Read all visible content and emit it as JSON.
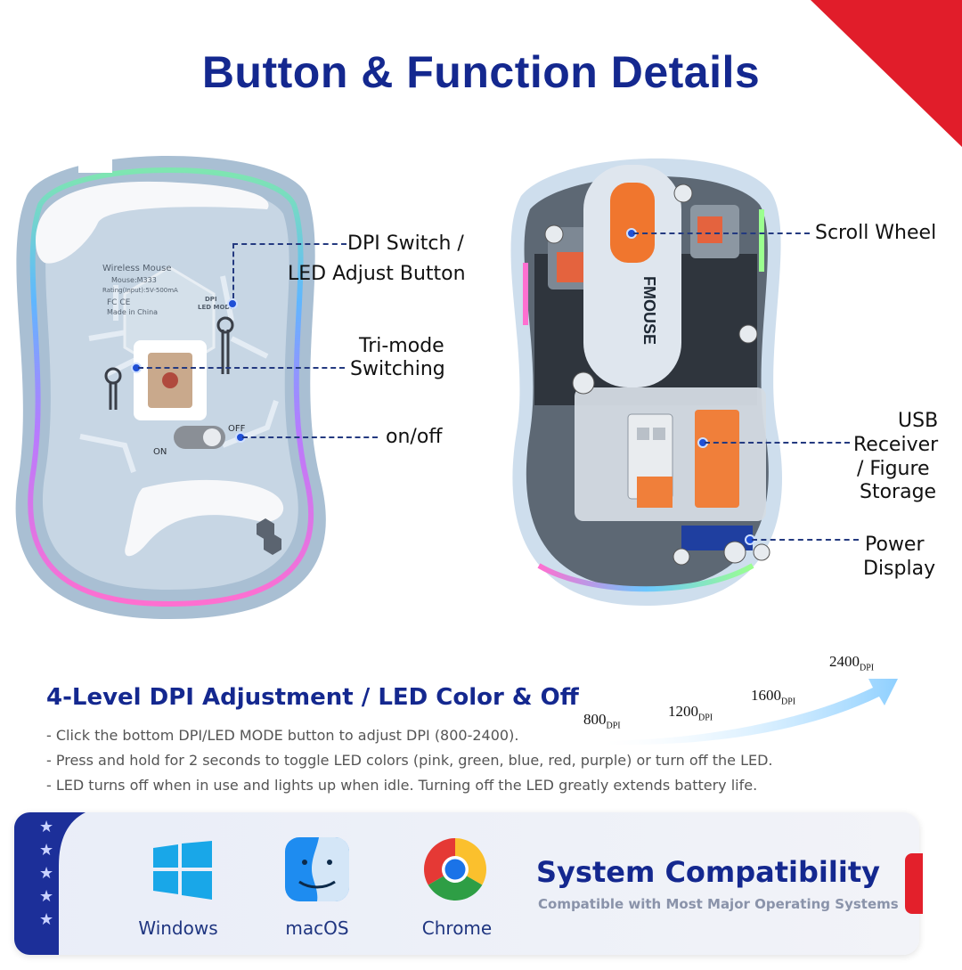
{
  "header": {
    "title": "Button & Function Details"
  },
  "bottom_view": {
    "body_texts": [
      "Wireless Mouse",
      "Mouse:M333",
      "Rating(Input):5V-500mA",
      "FC CE",
      "Made in China",
      "DPI",
      "LED MODE",
      "ON",
      "OFF"
    ],
    "labels": {
      "dpi_switch": [
        "DPI Switch /",
        "LED Adjust Button"
      ],
      "tri_mode": [
        "Tri-mode",
        "Switching"
      ],
      "on_off": "on/off"
    }
  },
  "top_view": {
    "brand": "FMOUSE",
    "labels": {
      "scroll_wheel": "Scroll Wheel",
      "usb": [
        "USB",
        "Receiver",
        "/ Figure",
        "Storage"
      ],
      "power": [
        "Power",
        "Display"
      ]
    }
  },
  "dpi_section": {
    "title": "4-Level DPI Adjustment / LED Color & Off",
    "bullets": [
      "- Click the bottom DPI/LED MODE button to adjust DPI (800-2400).",
      "- Press and hold for 2 seconds to toggle LED colors (pink, green, blue, red, purple) or turn off the LED.",
      "- LED turns off when in use and lights up when idle. Turning off the LED greatly extends battery life."
    ],
    "levels": [
      {
        "value": "800",
        "unit": "DPI"
      },
      {
        "value": "1200",
        "unit": "DPI"
      },
      {
        "value": "1600",
        "unit": "DPI"
      },
      {
        "value": "2400",
        "unit": "DPI"
      }
    ]
  },
  "compatibility": {
    "os": [
      {
        "name": "Windows",
        "icon": "windows-icon"
      },
      {
        "name": "macOS",
        "icon": "macos-finder-icon"
      },
      {
        "name": "Chrome",
        "icon": "chrome-icon"
      }
    ],
    "title": "System Compatibility",
    "subtitle": "Compatible with Most Major Operating Systems"
  },
  "colors": {
    "navy": "#14288f",
    "accent_red": "#e3202b",
    "glow": "#8fd0ff"
  }
}
